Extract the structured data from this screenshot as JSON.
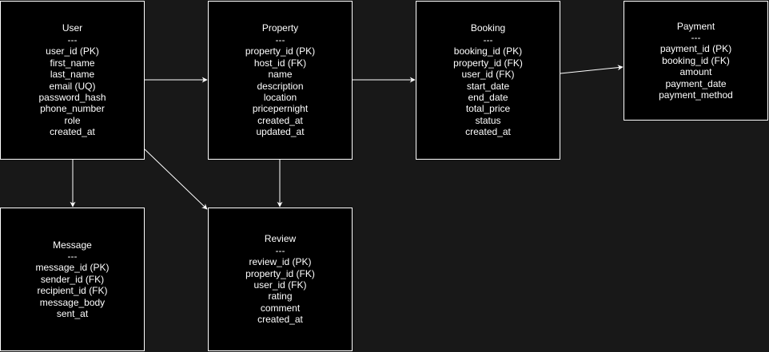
{
  "diagram": {
    "entities": {
      "user": {
        "title": "User",
        "separator": "---",
        "fields": [
          "user_id (PK)",
          "first_name",
          "last_name",
          "email (UQ)",
          "password_hash",
          "phone_number",
          "role",
          "created_at"
        ]
      },
      "property": {
        "title": "Property",
        "separator": "---",
        "fields": [
          "property_id (PK)",
          "host_id (FK)",
          "name",
          "description",
          "location",
          "pricepernight",
          "created_at",
          "updated_at"
        ]
      },
      "booking": {
        "title": "Booking",
        "separator": "---",
        "fields": [
          "booking_id (PK)",
          "property_id (FK)",
          "user_id (FK)",
          "start_date",
          "end_date",
          "total_price",
          "status",
          "created_at"
        ]
      },
      "payment": {
        "title": "Payment",
        "separator": "---",
        "fields": [
          "payment_id (PK)",
          "booking_id (FK)",
          "amount",
          "payment_date",
          "payment_method"
        ]
      },
      "message": {
        "title": "Message",
        "separator": "---",
        "fields": [
          "message_id (PK)",
          "sender_id (FK)",
          "recipient_id (FK)",
          "message_body",
          "sent_at"
        ]
      },
      "review": {
        "title": "Review",
        "separator": "---",
        "fields": [
          "review_id (PK)",
          "property_id (FK)",
          "user_id (FK)",
          "rating",
          "comment",
          "created_at"
        ]
      }
    },
    "relationships": [
      {
        "from": "user",
        "to": "property"
      },
      {
        "from": "property",
        "to": "booking"
      },
      {
        "from": "booking",
        "to": "payment"
      },
      {
        "from": "user",
        "to": "message"
      },
      {
        "from": "user",
        "to": "review"
      },
      {
        "from": "property",
        "to": "review"
      }
    ],
    "colors": {
      "background": "#181818",
      "box_fill": "#000000",
      "box_border": "#ffffff",
      "text": "#ffffff",
      "edge": "#ffffff"
    }
  }
}
